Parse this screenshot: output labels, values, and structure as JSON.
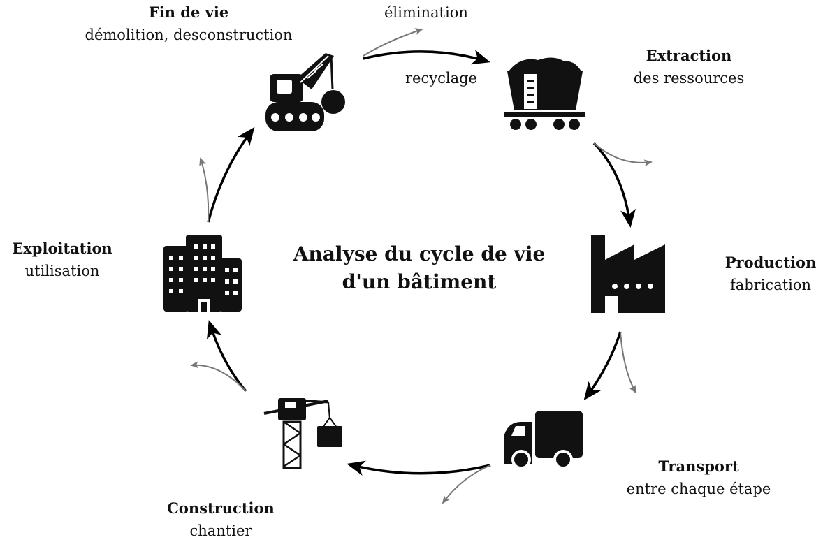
{
  "title_line1": "Analyse du cycle de vie",
  "title_line2": "d'un bâtiment",
  "stages": {
    "fin_de_vie": {
      "title": "Fin de vie",
      "subtitle": "démolition, desconstruction"
    },
    "extraction": {
      "title": "Extraction",
      "subtitle": "des ressources"
    },
    "production": {
      "title": "Production",
      "subtitle": "fabrication"
    },
    "transport": {
      "title": "Transport",
      "subtitle": "entre chaque étape"
    },
    "construction": {
      "title": "Construction",
      "subtitle": "chantier"
    },
    "exploitation": {
      "title": "Exploitation",
      "subtitle": "utilisation"
    }
  },
  "side_labels": {
    "elimination": "élimination",
    "recyclage": "recyclage"
  },
  "icons": {
    "fin_de_vie": "demolition-crane-icon",
    "extraction": "ore-wagon-icon",
    "production": "factory-icon",
    "transport": "truck-icon",
    "construction": "tower-crane-icon",
    "exploitation": "buildings-icon"
  },
  "colors": {
    "main_arrow": "#000000",
    "secondary_arrow": "#777777",
    "icon": "#111111"
  }
}
